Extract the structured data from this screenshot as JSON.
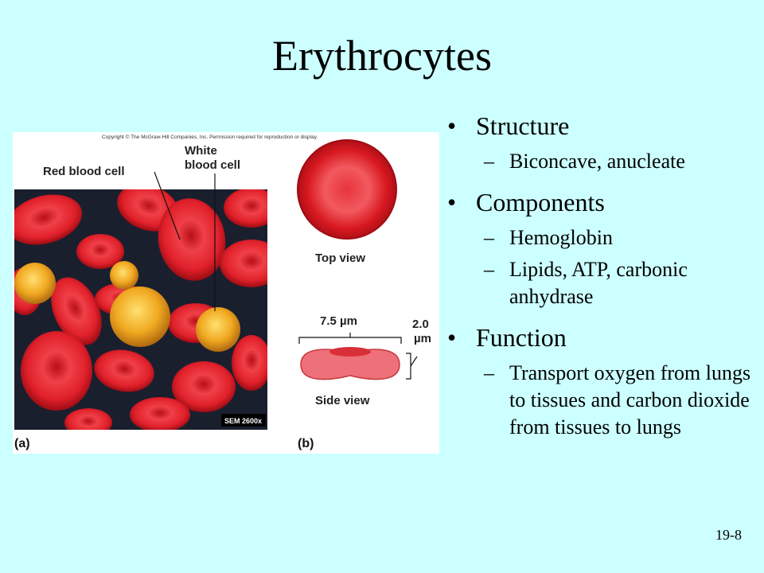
{
  "title": "Erythrocytes",
  "figure": {
    "copyright": "Copyright © The McGraw-Hill Companies, Inc. Permission required for reproduction or display.",
    "label_rbc": "Red blood cell",
    "label_wbc_line1": "White",
    "label_wbc_line2": "blood cell",
    "sem_badge": "SEM 2600x",
    "panel_a": "(a)",
    "panel_b": "(b)",
    "top_view": "Top view",
    "side_view": "Side view",
    "width_measure": "7.5 µm",
    "height_measure_line1": "2.0",
    "height_measure_line2": "µm",
    "colors": {
      "rbc": "#d8141e",
      "wbc": "#f0a020",
      "background": "#1a1f2e"
    }
  },
  "bullets": [
    {
      "text": "Structure",
      "sub": [
        "Biconcave, anucleate"
      ]
    },
    {
      "text": "Components",
      "sub": [
        "Hemoglobin",
        "Lipids, ATP, carbonic anhydrase"
      ]
    },
    {
      "text": "Function",
      "sub": [
        "Transport oxygen from lungs to tissues and carbon dioxide from tissues to lungs"
      ]
    }
  ],
  "bullet_glyph": "•",
  "dash_glyph": "–",
  "slide_number": "19-8"
}
